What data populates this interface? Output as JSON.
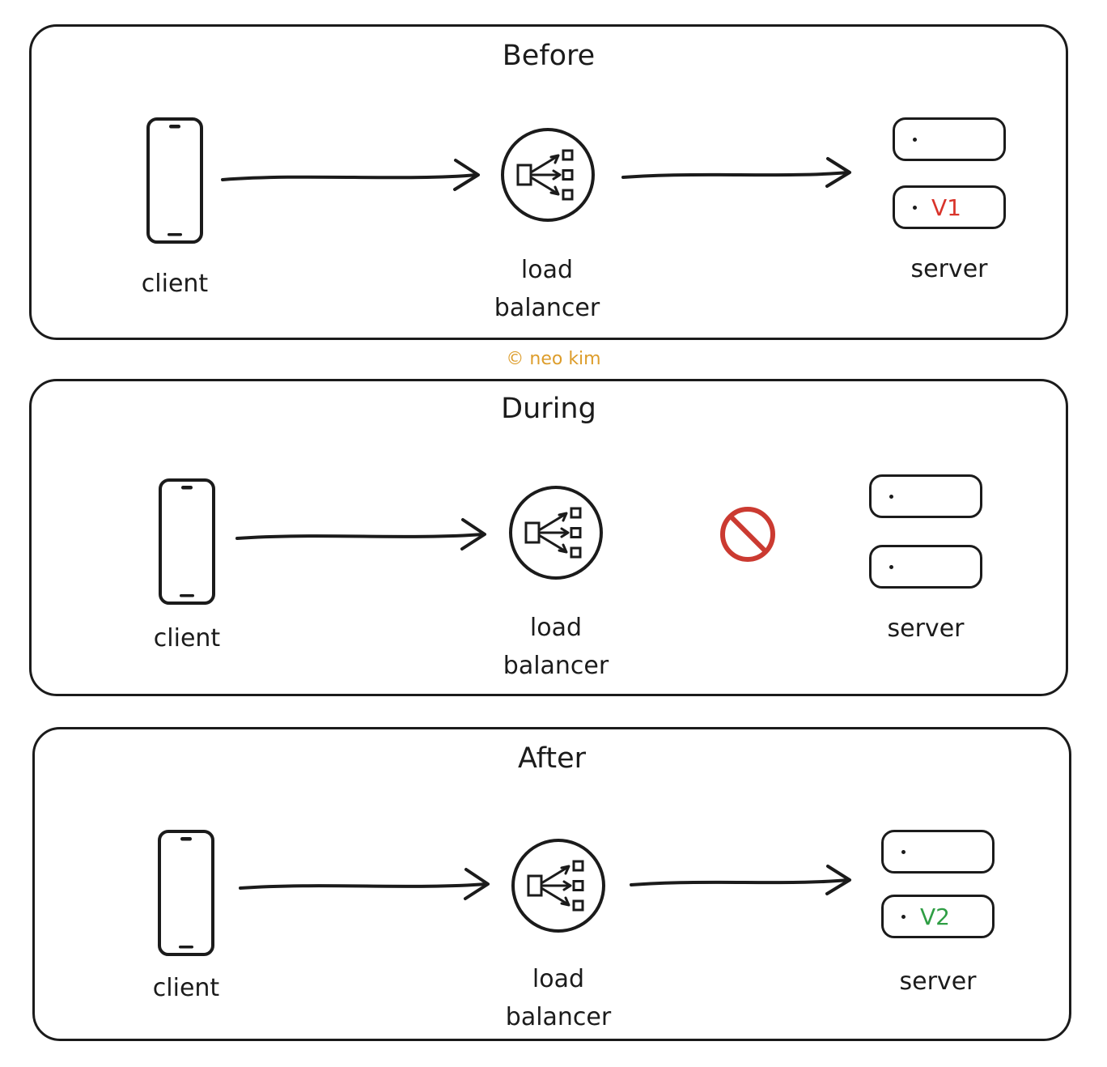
{
  "copyright": "© neo kim",
  "colors": {
    "stroke": "#1b1b1b",
    "v1-red": "#d9342b",
    "v2-green": "#2f9e44",
    "prohibit-red": "#cb3a31",
    "copyright-orange": "#dd9d2b"
  },
  "panels": [
    {
      "title": "Before",
      "client_label": "client",
      "lb_label": "load\nbalancer",
      "server_label": "server",
      "servers": [
        {
          "version": ""
        },
        {
          "version": "V1"
        }
      ]
    },
    {
      "title": "During",
      "client_label": "client",
      "lb_label": "load\nbalancer",
      "server_label": "server",
      "servers": [
        {
          "version": ""
        },
        {
          "version": ""
        }
      ]
    },
    {
      "title": "After",
      "client_label": "client",
      "lb_label": "load\nbalancer",
      "server_label": "server",
      "servers": [
        {
          "version": ""
        },
        {
          "version": "V2"
        }
      ]
    }
  ]
}
